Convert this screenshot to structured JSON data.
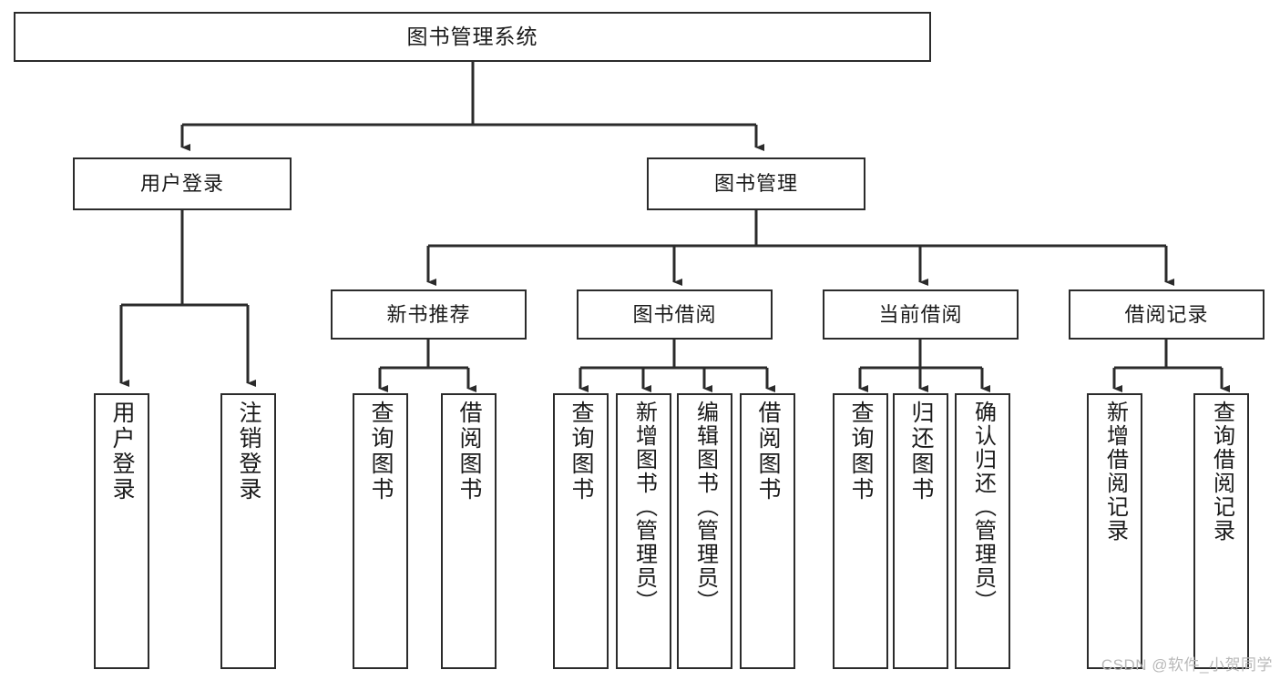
{
  "diagram": {
    "title": "图书管理系统",
    "type": "hierarchy-tree",
    "watermark": "CSDN @软件_小贺同学",
    "colors": {
      "stroke": "#2b2b2b",
      "fill": "#ffffff",
      "text": "#1a1a1a",
      "watermark": "#b9b9b9"
    },
    "root": {
      "label": "图书管理系统"
    },
    "level2": [
      {
        "label": "用户登录"
      },
      {
        "label": "图书管理"
      }
    ],
    "level3": [
      {
        "label": "新书推荐"
      },
      {
        "label": "图书借阅"
      },
      {
        "label": "当前借阅"
      },
      {
        "label": "借阅记录"
      }
    ],
    "leaves_user_login": [
      {
        "label": "用户登录"
      },
      {
        "label": "注销登录"
      }
    ],
    "leaves_new_book": [
      {
        "label": "查询图书"
      },
      {
        "label": "借阅图书"
      }
    ],
    "leaves_borrow": [
      {
        "label": "查询图书"
      },
      {
        "label": "新增图书（管理员）"
      },
      {
        "label": "编辑图书（管理员）"
      },
      {
        "label": "借阅图书"
      }
    ],
    "leaves_current": [
      {
        "label": "查询图书"
      },
      {
        "label": "归还图书"
      },
      {
        "label": "确认归还（管理员）"
      }
    ],
    "leaves_records": [
      {
        "label": "新增借阅记录"
      },
      {
        "label": "查询借阅记录"
      }
    ]
  }
}
